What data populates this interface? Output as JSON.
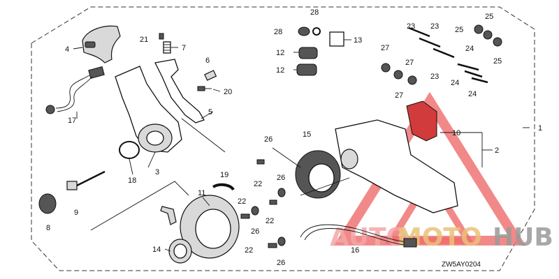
{
  "diagram": {
    "diagram_code": "ZW5AY0204",
    "colors": {
      "watermark_triangle": "#ef6b6b",
      "watermark_auto": "#f3a7a7",
      "watermark_moto": "#e9c27a",
      "watermark_hub": "#9a9a9a"
    },
    "watermark": {
      "part1": "AUTO",
      "part2": "MOTO",
      "part3": "HUB"
    },
    "callouts": [
      {
        "id": "c1",
        "text": "1"
      },
      {
        "id": "c2",
        "text": "2"
      },
      {
        "id": "c3",
        "text": "3"
      },
      {
        "id": "c4",
        "text": "4"
      },
      {
        "id": "c5",
        "text": "5"
      },
      {
        "id": "c6",
        "text": "6"
      },
      {
        "id": "c7",
        "text": "7"
      },
      {
        "id": "c8",
        "text": "8"
      },
      {
        "id": "c9",
        "text": "9"
      },
      {
        "id": "c10",
        "text": "10"
      },
      {
        "id": "c11",
        "text": "11"
      },
      {
        "id": "c12a",
        "text": "12"
      },
      {
        "id": "c12b",
        "text": "12"
      },
      {
        "id": "c13",
        "text": "13"
      },
      {
        "id": "c14",
        "text": "14"
      },
      {
        "id": "c15",
        "text": "15"
      },
      {
        "id": "c16",
        "text": "16"
      },
      {
        "id": "c17",
        "text": "17"
      },
      {
        "id": "c18",
        "text": "18"
      },
      {
        "id": "c19",
        "text": "19"
      },
      {
        "id": "c20",
        "text": "20"
      },
      {
        "id": "c21",
        "text": "21"
      },
      {
        "id": "c22a",
        "text": "22"
      },
      {
        "id": "c22b",
        "text": "22"
      },
      {
        "id": "c22c",
        "text": "22"
      },
      {
        "id": "c22d",
        "text": "22"
      },
      {
        "id": "c23a",
        "text": "23"
      },
      {
        "id": "c23b",
        "text": "23"
      },
      {
        "id": "c23c",
        "text": "23"
      },
      {
        "id": "c24a",
        "text": "24"
      },
      {
        "id": "c24b",
        "text": "24"
      },
      {
        "id": "c24c",
        "text": "24"
      },
      {
        "id": "c25a",
        "text": "25"
      },
      {
        "id": "c25b",
        "text": "25"
      },
      {
        "id": "c25c",
        "text": "25"
      },
      {
        "id": "c26a",
        "text": "26"
      },
      {
        "id": "c26b",
        "text": "26"
      },
      {
        "id": "c26c",
        "text": "26"
      },
      {
        "id": "c26d",
        "text": "26"
      },
      {
        "id": "c27a",
        "text": "27"
      },
      {
        "id": "c27b",
        "text": "27"
      },
      {
        "id": "c27c",
        "text": "27"
      },
      {
        "id": "c28a",
        "text": "28"
      },
      {
        "id": "c28b",
        "text": "28"
      }
    ]
  }
}
